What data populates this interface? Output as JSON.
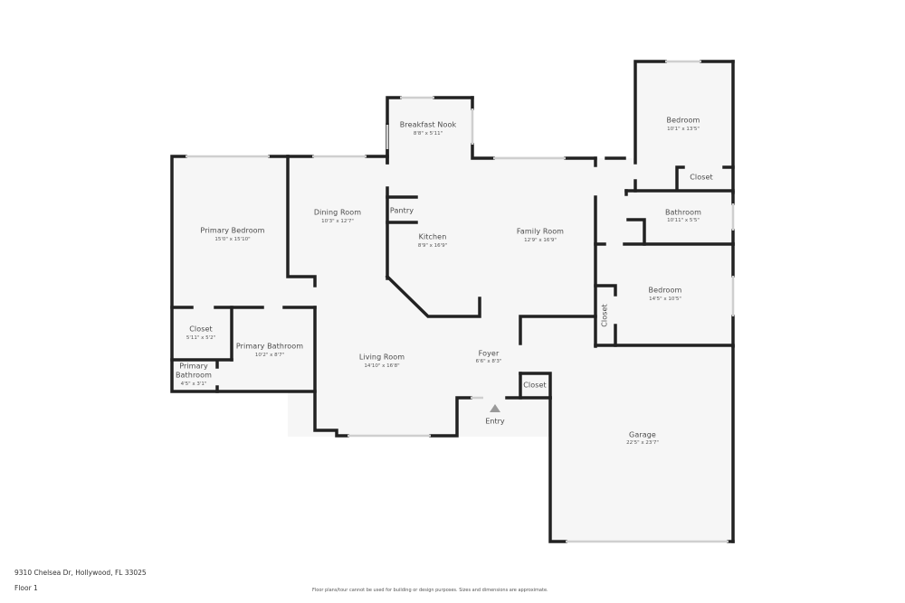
{
  "floorplan": {
    "floor_label": "Floor 1",
    "address": "9310 Chelsea Dr, Hollywood, FL 33025",
    "disclaimer": "Floor plans/tour cannot be used for building or design purposes. Sizes and dimensions are approximate.",
    "entry_label": "Entry",
    "colors": {
      "wall": "#222222",
      "floor": "#f6f6f6",
      "window": "#d9d9d9",
      "text": "#4a4a4a"
    },
    "rooms": [
      {
        "name": "Primary Bedroom",
        "dims": "15'0\" x 15'10\""
      },
      {
        "name": "Dining Room",
        "dims": "10'3\" x 12'7\""
      },
      {
        "name": "Breakfast Nook",
        "dims": "8'8\" x 5'11\""
      },
      {
        "name": "Pantry",
        "dims": ""
      },
      {
        "name": "Kitchen",
        "dims": "8'9\" x 16'9\""
      },
      {
        "name": "Family Room",
        "dims": "12'9\" x 16'9\""
      },
      {
        "name": "Bedroom",
        "dims": "10'1\" x 13'5\""
      },
      {
        "name": "Closet",
        "dims": ""
      },
      {
        "name": "Bathroom",
        "dims": "10'11\" x 5'5\""
      },
      {
        "name": "Bedroom",
        "dims": "14'5\" x 10'5\""
      },
      {
        "name": "Closet",
        "dims": ""
      },
      {
        "name": "Closet",
        "dims": "5'11\" x 5'2\""
      },
      {
        "name": "Primary Bathroom",
        "dims": "10'2\" x 8'7\""
      },
      {
        "name": "Primary\nBathroom",
        "dims": "4'5\" x 3'1\""
      },
      {
        "name": "Living Room",
        "dims": "14'10\" x 16'8\""
      },
      {
        "name": "Foyer",
        "dims": "6'6\" x 8'3\""
      },
      {
        "name": "Closet",
        "dims": ""
      },
      {
        "name": "Garage",
        "dims": "22'5\" x 23'7\""
      }
    ]
  }
}
